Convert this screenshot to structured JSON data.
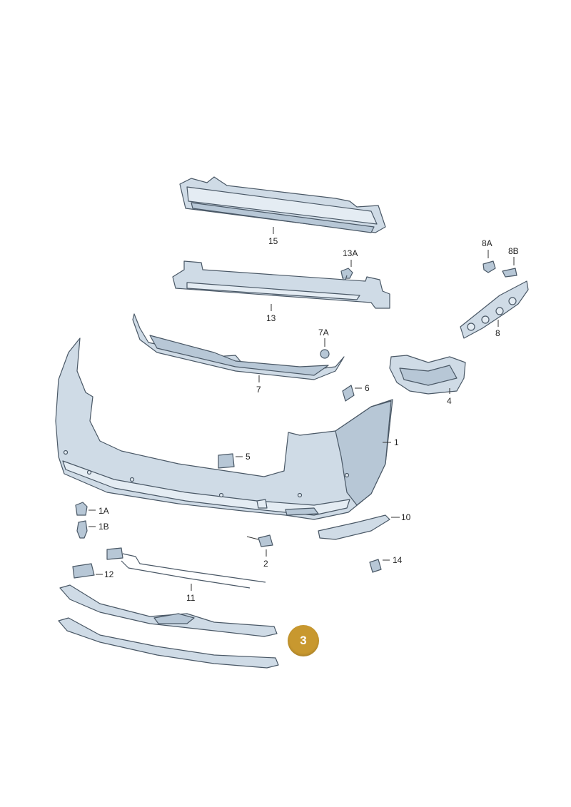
{
  "labels": {
    "p15": "15",
    "p13A": "13A",
    "p13": "13",
    "p8A": "8A",
    "p8B": "8B",
    "p8": "8",
    "p7A": "7A",
    "p7": "7",
    "p6": "6",
    "p4": "4",
    "p1": "1",
    "p5": "5",
    "p1A": "1A",
    "p1B": "1B",
    "p10": "10",
    "p2": "2",
    "p14": "14",
    "p12": "12",
    "p11": "11"
  },
  "badge": "3",
  "colors": {
    "badge": "#c8982f",
    "part_fill": "#cfdbe6",
    "outline": "#4a5866"
  }
}
